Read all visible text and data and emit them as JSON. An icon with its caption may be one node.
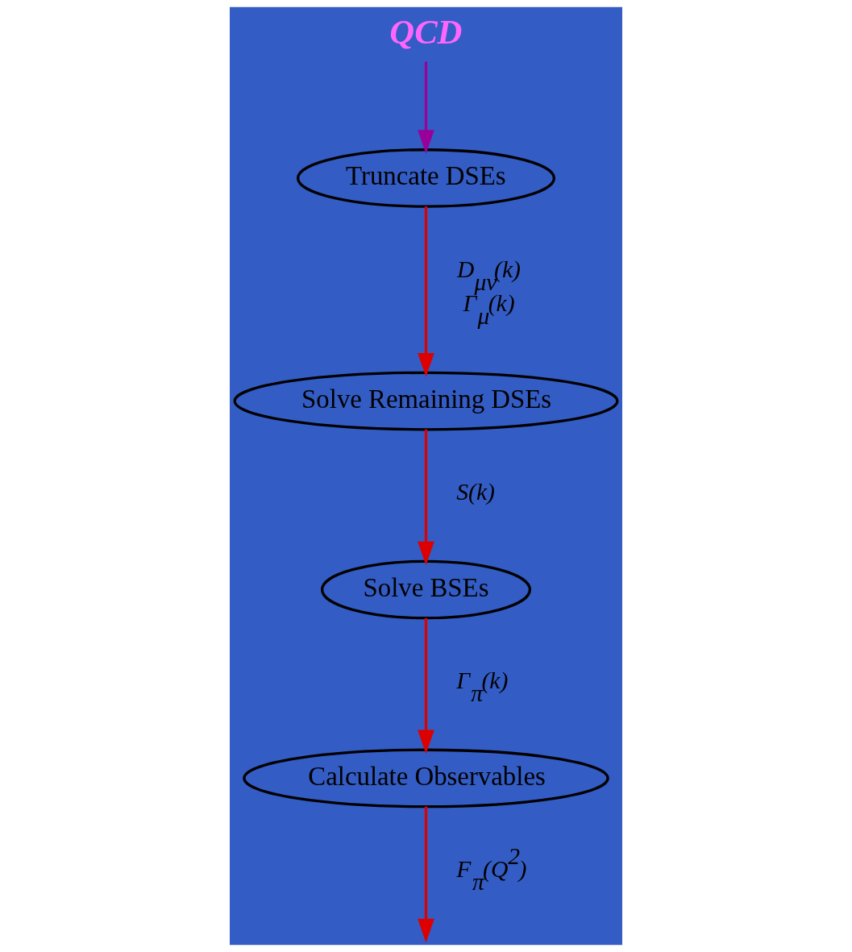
{
  "diagram": {
    "nodes": [
      {
        "text": [
          "QCD"
        ]
      },
      {
        "text": [
          "Truncate DSEs"
        ]
      },
      {
        "text": [
          "Solve Remaining DSEs"
        ]
      },
      {
        "text": [
          "Solve BSEs"
        ]
      },
      {
        "text": [
          "Calculate Observables"
        ]
      }
    ],
    "edges": [
      {
        "from": 0,
        "to": 1,
        "arrow": "to",
        "color": "#990099"
      },
      {
        "from": 1,
        "to": 2,
        "arrow": "to",
        "label": "D$_{μν}$(k) Γ$_{μ}$(k)"
      },
      {
        "from": 2,
        "to": 3,
        "arrow": "to",
        "label": "S(k)"
      },
      {
        "from": 3,
        "to": 4,
        "arrow": "to",
        "label": "Γ$_{π}$(k)"
      },
      {
        "from": 4,
        "to": null,
        "arrow": "to",
        "label": "F$_{π}$(Q$^{2}$)"
      }
    ]
  }
}
